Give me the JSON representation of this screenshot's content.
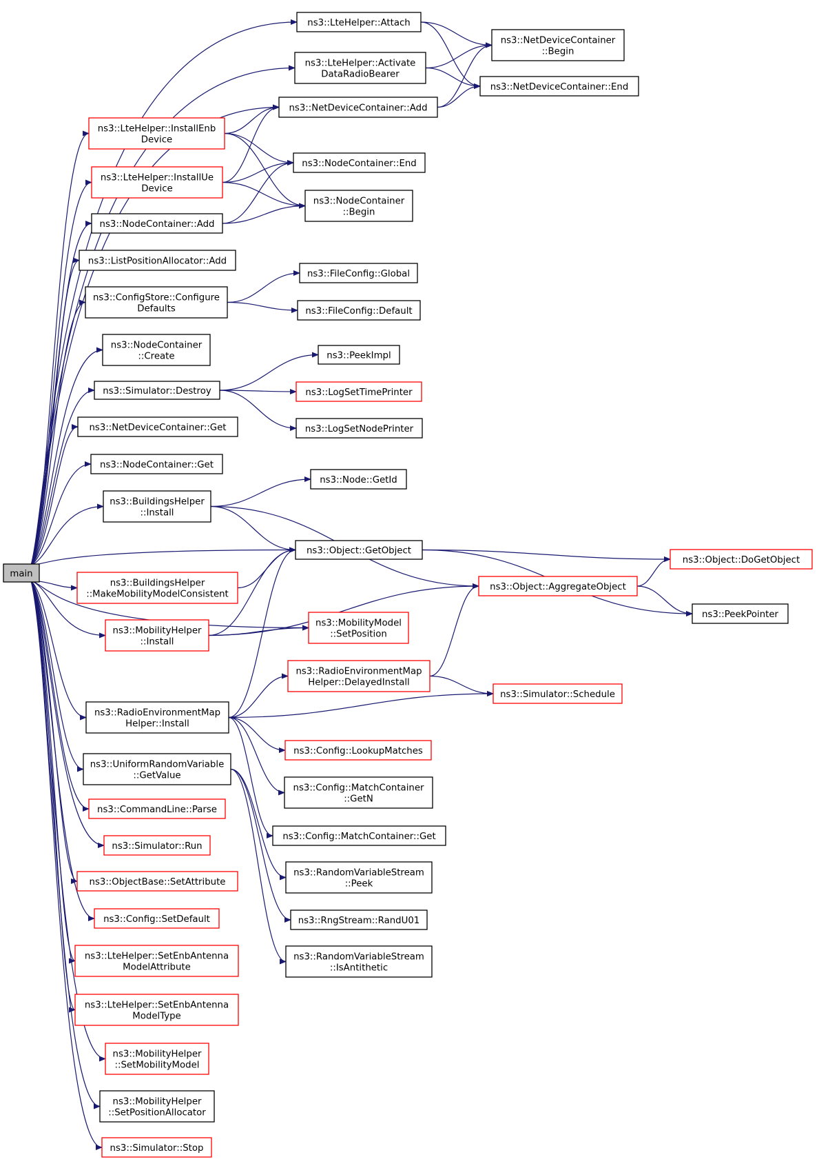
{
  "diagram": {
    "type": "call-graph",
    "colors": {
      "edge": "#191970",
      "root_fill": "#bfbfbf",
      "documented_border": "#000000",
      "undocumented_border": "#ff0000"
    },
    "nodes": [
      {
        "id": "main",
        "lines": [
          "main"
        ],
        "style": "root"
      },
      {
        "id": "attach",
        "lines": [
          "ns3::LteHelper::Attach"
        ],
        "style": "black"
      },
      {
        "id": "activate",
        "lines": [
          "ns3::LteHelper::Activate",
          "DataRadioBearer"
        ],
        "style": "black"
      },
      {
        "id": "ndc_begin",
        "lines": [
          "ns3::NetDeviceContainer",
          "::Begin"
        ],
        "style": "black"
      },
      {
        "id": "ndc_end",
        "lines": [
          "ns3::NetDeviceContainer::End"
        ],
        "style": "black"
      },
      {
        "id": "ndc_add",
        "lines": [
          "ns3::NetDeviceContainer::Add"
        ],
        "style": "black"
      },
      {
        "id": "install_enb",
        "lines": [
          "ns3::LteHelper::InstallEnb",
          "Device"
        ],
        "style": "red"
      },
      {
        "id": "install_ue",
        "lines": [
          "ns3::LteHelper::InstallUe",
          "Device"
        ],
        "style": "red"
      },
      {
        "id": "nc_end",
        "lines": [
          "ns3::NodeContainer::End"
        ],
        "style": "black"
      },
      {
        "id": "nc_begin",
        "lines": [
          "ns3::NodeContainer",
          "::Begin"
        ],
        "style": "black"
      },
      {
        "id": "nc_add",
        "lines": [
          "ns3::NodeContainer::Add"
        ],
        "style": "black"
      },
      {
        "id": "lpa_add",
        "lines": [
          "ns3::ListPositionAllocator::Add"
        ],
        "style": "black"
      },
      {
        "id": "cs_config",
        "lines": [
          "ns3::ConfigStore::Configure",
          "Defaults"
        ],
        "style": "black"
      },
      {
        "id": "fc_global",
        "lines": [
          "ns3::FileConfig::Global"
        ],
        "style": "black"
      },
      {
        "id": "fc_default",
        "lines": [
          "ns3::FileConfig::Default"
        ],
        "style": "black"
      },
      {
        "id": "nc_create",
        "lines": [
          "ns3::NodeContainer",
          "::Create"
        ],
        "style": "black"
      },
      {
        "id": "peekimpl",
        "lines": [
          "ns3::PeekImpl"
        ],
        "style": "black"
      },
      {
        "id": "sim_destroy",
        "lines": [
          "ns3::Simulator::Destroy"
        ],
        "style": "black"
      },
      {
        "id": "log_time",
        "lines": [
          "ns3::LogSetTimePrinter"
        ],
        "style": "red"
      },
      {
        "id": "log_node",
        "lines": [
          "ns3::LogSetNodePrinter"
        ],
        "style": "black"
      },
      {
        "id": "ndc_get",
        "lines": [
          "ns3::NetDeviceContainer::Get"
        ],
        "style": "black"
      },
      {
        "id": "nc_get",
        "lines": [
          "ns3::NodeContainer::Get"
        ],
        "style": "black"
      },
      {
        "id": "node_getid",
        "lines": [
          "ns3::Node::GetId"
        ],
        "style": "black"
      },
      {
        "id": "bh_install",
        "lines": [
          "ns3::BuildingsHelper",
          "::Install"
        ],
        "style": "black"
      },
      {
        "id": "obj_getobject",
        "lines": [
          "ns3::Object::GetObject"
        ],
        "style": "black"
      },
      {
        "id": "obj_dogetobject",
        "lines": [
          "ns3::Object::DoGetObject"
        ],
        "style": "red"
      },
      {
        "id": "bh_make",
        "lines": [
          "ns3::BuildingsHelper",
          "::MakeMobilityModelConsistent"
        ],
        "style": "red"
      },
      {
        "id": "obj_aggregate",
        "lines": [
          "ns3::Object::AggregateObject"
        ],
        "style": "red"
      },
      {
        "id": "peekpointer",
        "lines": [
          "ns3::PeekPointer"
        ],
        "style": "black"
      },
      {
        "id": "mh_install",
        "lines": [
          "ns3::MobilityHelper",
          "::Install"
        ],
        "style": "red"
      },
      {
        "id": "mm_setpos",
        "lines": [
          "ns3::MobilityModel",
          "::SetPosition"
        ],
        "style": "red"
      },
      {
        "id": "remh_delayed",
        "lines": [
          "ns3::RadioEnvironmentMap",
          "Helper::DelayedInstall"
        ],
        "style": "red"
      },
      {
        "id": "sim_schedule",
        "lines": [
          "ns3::Simulator::Schedule"
        ],
        "style": "red"
      },
      {
        "id": "remh_install",
        "lines": [
          "ns3::RadioEnvironmentMap",
          "Helper::Install"
        ],
        "style": "black"
      },
      {
        "id": "cfg_lookup",
        "lines": [
          "ns3::Config::LookupMatches"
        ],
        "style": "red"
      },
      {
        "id": "urv_getvalue",
        "lines": [
          "ns3::UniformRandomVariable",
          "::GetValue"
        ],
        "style": "black"
      },
      {
        "id": "mc_getn",
        "lines": [
          "ns3::Config::MatchContainer",
          "::GetN"
        ],
        "style": "black"
      },
      {
        "id": "cl_parse",
        "lines": [
          "ns3::CommandLine::Parse"
        ],
        "style": "red"
      },
      {
        "id": "mc_get",
        "lines": [
          "ns3::Config::MatchContainer::Get"
        ],
        "style": "black"
      },
      {
        "id": "rvs_peek",
        "lines": [
          "ns3::RandomVariableStream",
          "::Peek"
        ],
        "style": "black"
      },
      {
        "id": "sim_run",
        "lines": [
          "ns3::Simulator::Run"
        ],
        "style": "red"
      },
      {
        "id": "ob_setattr",
        "lines": [
          "ns3::ObjectBase::SetAttribute"
        ],
        "style": "red"
      },
      {
        "id": "rng_randu01",
        "lines": [
          "ns3::RngStream::RandU01"
        ],
        "style": "black"
      },
      {
        "id": "cfg_setdefault",
        "lines": [
          "ns3::Config::SetDefault"
        ],
        "style": "red"
      },
      {
        "id": "rvs_anti",
        "lines": [
          "ns3::RandomVariableStream",
          "::IsAntithetic"
        ],
        "style": "black"
      },
      {
        "id": "lte_setattr",
        "lines": [
          "ns3::LteHelper::SetEnbAntenna",
          "ModelAttribute"
        ],
        "style": "red"
      },
      {
        "id": "lte_settype",
        "lines": [
          "ns3::LteHelper::SetEnbAntenna",
          "ModelType"
        ],
        "style": "red"
      },
      {
        "id": "mh_setmodel",
        "lines": [
          "ns3::MobilityHelper",
          "::SetMobilityModel"
        ],
        "style": "red"
      },
      {
        "id": "mh_setalloc",
        "lines": [
          "ns3::MobilityHelper",
          "::SetPositionAllocator"
        ],
        "style": "black"
      },
      {
        "id": "sim_stop",
        "lines": [
          "ns3::Simulator::Stop"
        ],
        "style": "red"
      }
    ],
    "edges": [
      [
        "main",
        "attach"
      ],
      [
        "main",
        "activate"
      ],
      [
        "main",
        "ndc_add"
      ],
      [
        "main",
        "install_enb"
      ],
      [
        "main",
        "install_ue"
      ],
      [
        "main",
        "nc_add"
      ],
      [
        "main",
        "lpa_add"
      ],
      [
        "main",
        "cs_config"
      ],
      [
        "main",
        "nc_create"
      ],
      [
        "main",
        "sim_destroy"
      ],
      [
        "main",
        "ndc_get"
      ],
      [
        "main",
        "nc_get"
      ],
      [
        "main",
        "bh_install"
      ],
      [
        "main",
        "obj_getobject"
      ],
      [
        "main",
        "bh_make"
      ],
      [
        "main",
        "mh_install"
      ],
      [
        "main",
        "mm_setpos"
      ],
      [
        "main",
        "remh_install"
      ],
      [
        "main",
        "urv_getvalue"
      ],
      [
        "main",
        "cl_parse"
      ],
      [
        "main",
        "sim_run"
      ],
      [
        "main",
        "ob_setattr"
      ],
      [
        "main",
        "cfg_setdefault"
      ],
      [
        "main",
        "lte_setattr"
      ],
      [
        "main",
        "lte_settype"
      ],
      [
        "main",
        "mh_setmodel"
      ],
      [
        "main",
        "mh_setalloc"
      ],
      [
        "main",
        "sim_stop"
      ],
      [
        "attach",
        "ndc_begin"
      ],
      [
        "attach",
        "ndc_end"
      ],
      [
        "activate",
        "ndc_begin"
      ],
      [
        "activate",
        "ndc_end"
      ],
      [
        "ndc_add",
        "ndc_begin"
      ],
      [
        "ndc_add",
        "ndc_end"
      ],
      [
        "install_enb",
        "ndc_add"
      ],
      [
        "install_enb",
        "nc_end"
      ],
      [
        "install_enb",
        "nc_begin"
      ],
      [
        "install_ue",
        "ndc_add"
      ],
      [
        "install_ue",
        "nc_end"
      ],
      [
        "install_ue",
        "nc_begin"
      ],
      [
        "nc_add",
        "nc_end"
      ],
      [
        "nc_add",
        "nc_begin"
      ],
      [
        "cs_config",
        "fc_global"
      ],
      [
        "cs_config",
        "fc_default"
      ],
      [
        "sim_destroy",
        "peekimpl"
      ],
      [
        "sim_destroy",
        "log_time"
      ],
      [
        "sim_destroy",
        "log_node"
      ],
      [
        "bh_install",
        "node_getid"
      ],
      [
        "bh_install",
        "obj_getobject"
      ],
      [
        "bh_install",
        "obj_aggregate"
      ],
      [
        "obj_getobject",
        "obj_dogetobject"
      ],
      [
        "obj_getobject",
        "peekpointer"
      ],
      [
        "bh_make",
        "obj_getobject"
      ],
      [
        "obj_aggregate",
        "obj_dogetobject"
      ],
      [
        "obj_aggregate",
        "peekpointer"
      ],
      [
        "mh_install",
        "obj_getobject"
      ],
      [
        "mh_install",
        "obj_aggregate"
      ],
      [
        "mh_install",
        "mm_setpos"
      ],
      [
        "remh_delayed",
        "obj_aggregate"
      ],
      [
        "remh_delayed",
        "sim_schedule"
      ],
      [
        "remh_install",
        "obj_getobject"
      ],
      [
        "remh_install",
        "remh_delayed"
      ],
      [
        "remh_install",
        "sim_schedule"
      ],
      [
        "remh_install",
        "cfg_lookup"
      ],
      [
        "remh_install",
        "mc_getn"
      ],
      [
        "remh_install",
        "mc_get"
      ],
      [
        "urv_getvalue",
        "rvs_peek"
      ],
      [
        "urv_getvalue",
        "rng_randu01"
      ],
      [
        "urv_getvalue",
        "rvs_anti"
      ]
    ]
  }
}
